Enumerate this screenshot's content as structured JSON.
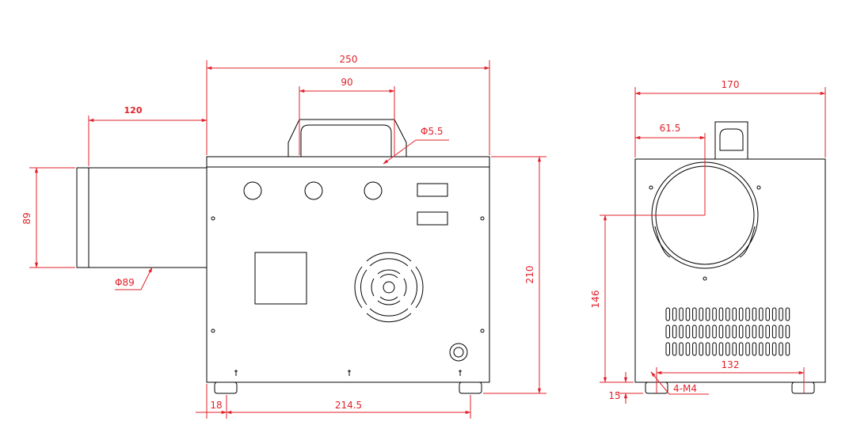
{
  "front_view": {
    "dims": {
      "overall_width": "250",
      "handle_width": "90",
      "nozzle_length": "120",
      "hole_dia": "Φ5.5",
      "nozzle_height": "89",
      "nozzle_dia": "Φ89",
      "overall_height": "210",
      "foot_offset": "18",
      "foot_span": "214.5"
    }
  },
  "side_view": {
    "dims": {
      "overall_width": "170",
      "center_offset": "61.5",
      "center_height": "146",
      "foot_height": "15",
      "mount_span": "132",
      "mount_holes": "4-M4"
    }
  }
}
